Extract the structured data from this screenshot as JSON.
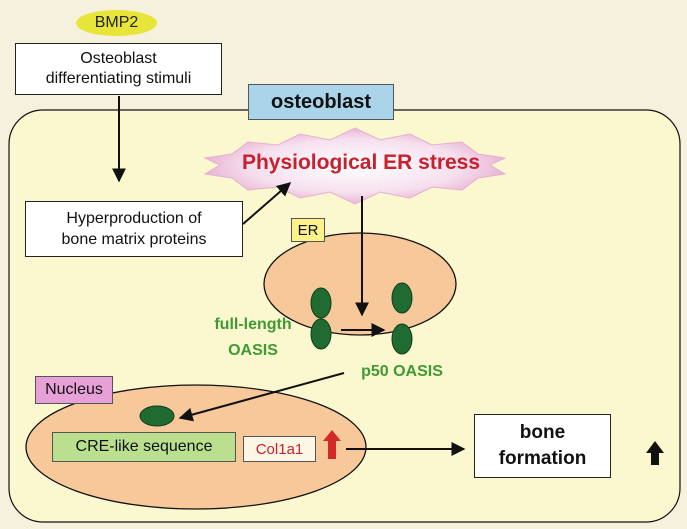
{
  "labels": {
    "bmp2": "BMP2",
    "stimuli": "Osteoblast\ndifferentiating stimuli",
    "osteoblast": "osteoblast",
    "er_stress": "Physiological ER stress",
    "hyperproduction": "Hyperproduction of\nbone matrix proteins",
    "er": "ER",
    "full_length_oasis": "full-length\nOASIS",
    "p50_oasis": "p50 OASIS",
    "nucleus": "Nucleus",
    "cre_like": "CRE-like sequence",
    "col1a1": "Col1a1",
    "bone_formation": "bone\nformation"
  },
  "icons": {
    "up_arrow_red": "up-arrow-icon",
    "up_arrow_black": "up-arrow-icon"
  },
  "colors": {
    "background": "#f5f1dd",
    "cell_fill": "#fbf7cf",
    "bmp2_fill": "#e7e53a",
    "osteoblast_label_fill": "#a9d4ea",
    "er_stress_text": "#c8212e",
    "er_fill": "#f6c89a",
    "er_label_fill": "#fbf38a",
    "oasis_green": "#3f9a34",
    "oasis_shape": "#1f6b32",
    "nucleus_fill": "#f6c89a",
    "nucleus_label_fill": "#e7a0d8",
    "cre_fill": "#b9df8f",
    "col1a1_text": "#c8212e",
    "up_arrow_red": "#d22a2a"
  }
}
